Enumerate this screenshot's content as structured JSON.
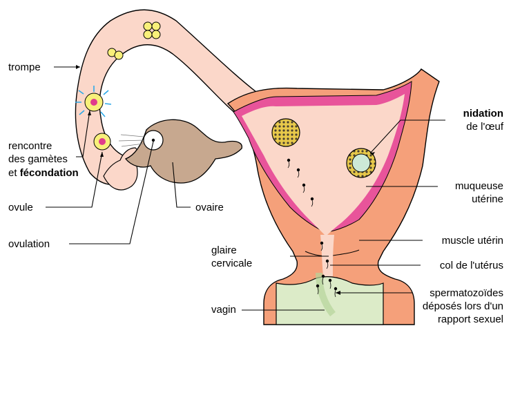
{
  "labels": {
    "trompe": "trompe",
    "rencontre_1": "rencontre",
    "rencontre_2": "des gamètes",
    "rencontre_3_prefix": "et ",
    "rencontre_3_bold": "fécondation",
    "ovule": "ovule",
    "ovulation": "ovulation",
    "ovaire": "ovaire",
    "nidation_bold": "nidation",
    "nidation_2": "de l'œuf",
    "muqueuse_1": "muqueuse",
    "muqueuse_2": "utérine",
    "muscle": "muscle utérin",
    "col": "col de l'utérus",
    "glaire_1": "glaire",
    "glaire_2": "cervicale",
    "vagin": "vagin",
    "sperm_1": "spermatozoïdes",
    "sperm_2": "déposés lors d'un",
    "sperm_3": "rapport sexuel"
  },
  "colors": {
    "muscle": "#f5a07a",
    "cavity": "#fbd7c9",
    "mucosa": "#e8549a",
    "ovary": "#c7a88f",
    "vagina": "#dcebc8",
    "cell_yellow": "#f8f07a",
    "nucleus": "#e03c8c",
    "embryo_green": "#cde9d7",
    "sperm_blue": "#2aa8e8"
  }
}
